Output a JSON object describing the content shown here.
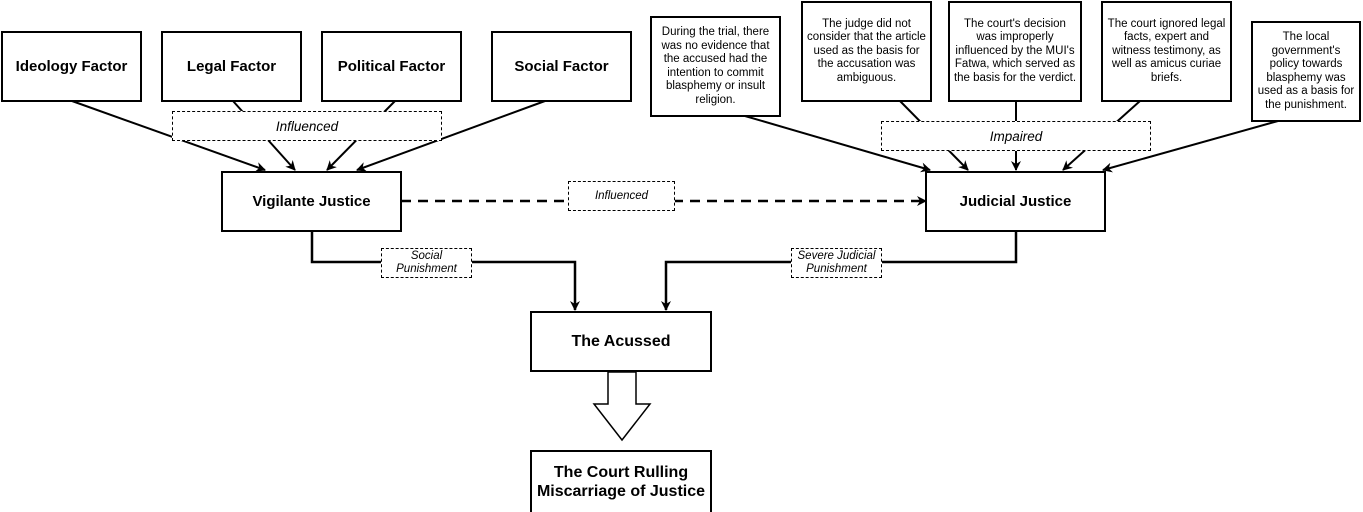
{
  "factors": {
    "ideology": "Ideology Factor",
    "legal": "Legal Factor",
    "political": "Political Factor",
    "social": "Social Factor"
  },
  "notes": {
    "trial": "During the trial, there was no evidence that the accused had the intention to commit blasphemy or insult religion.",
    "judge": "The judge did not consider that the article used as the basis for the accusation was ambiguous.",
    "fatwa": "The court's decision was improperly influenced by the MUI's Fatwa, which served as the basis for the verdict.",
    "ignored": "The court ignored legal facts, expert and witness testimony, as well as amicus curiae briefs.",
    "policy": "The local government's policy towards blasphemy was used as a basis for the punishment."
  },
  "nodes": {
    "vigilante": "Vigilante Justice",
    "judicial": "Judicial Justice",
    "accused": "The Acussed",
    "ruling": "The Court Rulling Miscarriage of Justice"
  },
  "labels": {
    "influenced_factors": "Influenced",
    "influenced_middle": "Influenced",
    "impaired": "Impaired",
    "social_punishment": "Social Punishment",
    "severe_punishment": "Severe Judicial Punishment"
  }
}
